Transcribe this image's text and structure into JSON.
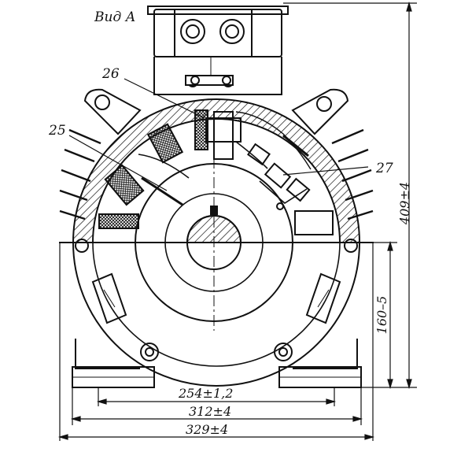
{
  "view_title": "Вид А",
  "callouts": [
    "26",
    "25",
    "27"
  ],
  "dimensions": {
    "mount_width": "254±1,2",
    "base_width": "312±4",
    "overall_width": "329±4",
    "overall_height": "409±4",
    "shaft_height": "160–5"
  },
  "colors": {
    "ink": "#111111",
    "paper": "#ffffff"
  }
}
